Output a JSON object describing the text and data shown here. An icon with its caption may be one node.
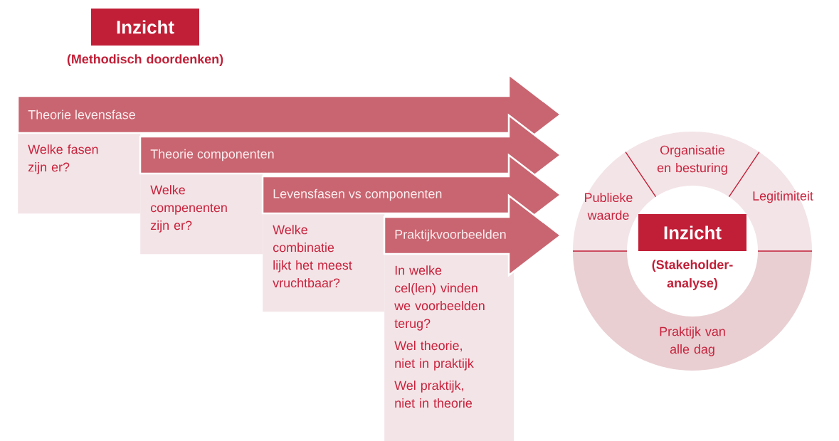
{
  "diagram": {
    "nodes": [
      {
        "text": [
          "Inzicht"
        ],
        "beside": [
          "(Methodisch doordenken)"
        ]
      },
      {
        "text": [
          "Theorie levensfase"
        ]
      },
      {
        "text": [
          "Welke fasen zijn er?"
        ]
      },
      {
        "text": [
          "Theorie componenten"
        ]
      },
      {
        "text": [
          "Welke compenenten zijn er?"
        ]
      },
      {
        "text": [
          "Levensfasen vs componenten"
        ]
      },
      {
        "text": [
          "Welke combinatie lijkt het meest vruchtbaar?"
        ]
      },
      {
        "text": [
          "Praktijkvoorbeelden"
        ]
      },
      {
        "text": [
          "In welke cel(len) vinden we voorbeelden terug?",
          "Wel theorie, niet in praktijk",
          "Wel praktijk, niet in theorie"
        ]
      },
      {
        "text": [
          "Publieke waarde"
        ]
      },
      {
        "text": [
          "Organisatie en besturing"
        ]
      },
      {
        "text": [
          "Legitimiteit"
        ]
      },
      {
        "text": [
          "Praktijk van alle dag"
        ]
      },
      {
        "text": [
          "Inzicht",
          "(Stakeholder-analyse)"
        ]
      }
    ]
  }
}
